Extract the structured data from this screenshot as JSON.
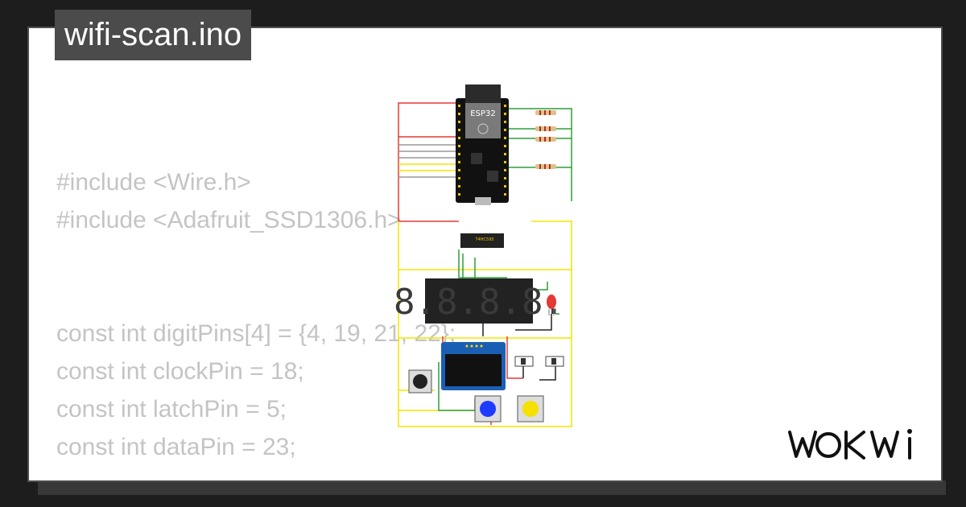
{
  "title": "wifi-scan.ino",
  "code_lines": [
    "#include <Wire.h>",
    "#include <Adafruit_SSD1306.h>",
    "",
    "",
    "const int digitPins[4] = {4, 19, 21, 22};",
    "const int clockPin = 18;",
    "const int latchPin = 5;",
    "const int dataPin = 23;"
  ],
  "circuit": {
    "mcu_label": "ESP32",
    "shift_register_label": "74HC595",
    "display_digits": "8.8.8.8."
  },
  "brand": "WOKWI",
  "colors": {
    "background": "#1d1d1d",
    "card": "#ffffff",
    "title_bg": "#4b4b4b",
    "code_text": "#c4c4c4",
    "wire_red": "#e53935",
    "wire_green": "#2e9e3a",
    "wire_yellow": "#f2e600",
    "button_blue": "#1e3cff",
    "button_yellow": "#f5e000"
  }
}
